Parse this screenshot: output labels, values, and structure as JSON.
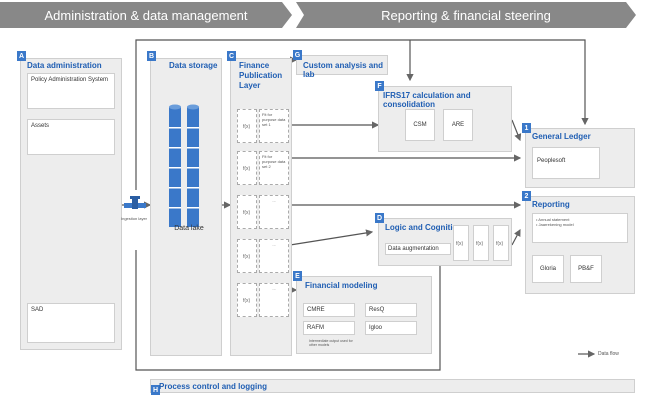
{
  "banners": {
    "left": "Administration & data management",
    "right": "Reporting & financial steering"
  },
  "data_admin": {
    "badge": "A",
    "title": "Data administration",
    "items": [
      "Policy Administration System",
      "Assets",
      "SAD"
    ]
  },
  "ingestion": {
    "label": "Ingestion layer"
  },
  "data_storage": {
    "badge": "B",
    "title": "Data storage",
    "lake_label": "Data lake"
  },
  "finance_pub": {
    "badge": "C",
    "title": "Finance Publication Layer",
    "f_label": "f(x)",
    "sets": [
      "Fit for purpose data set 1",
      "Fit for purpose data set 2",
      "...",
      "...",
      "..."
    ]
  },
  "custom_analysis": {
    "badge": "G",
    "title": "Custom analysis and lab"
  },
  "ifrs17": {
    "badge": "F",
    "title": "IFRS17 calculation and consolidation",
    "items": [
      "CSM",
      "ARE"
    ]
  },
  "general_ledger": {
    "badge": "1",
    "title": "General Ledger",
    "item": "Peoplesoft"
  },
  "reporting": {
    "badge": "2",
    "title": "Reporting",
    "bullets": [
      "Annual statement",
      "Jaarrekening model"
    ],
    "items": [
      "Gloria",
      "PB&F"
    ]
  },
  "logic": {
    "badge": "D",
    "title": "Logic and Cognition",
    "item": "Data augmentation",
    "f_label": "f(x)"
  },
  "fin_modeling": {
    "badge": "E",
    "title": "Financial modeling",
    "items": [
      "CMRE",
      "ResQ",
      "RAFM",
      "Igloo"
    ],
    "note": "Intermediate output used for other models"
  },
  "process_control": {
    "badge": "H",
    "title": "Process control and logging"
  },
  "legend": {
    "label": "Data flow"
  }
}
